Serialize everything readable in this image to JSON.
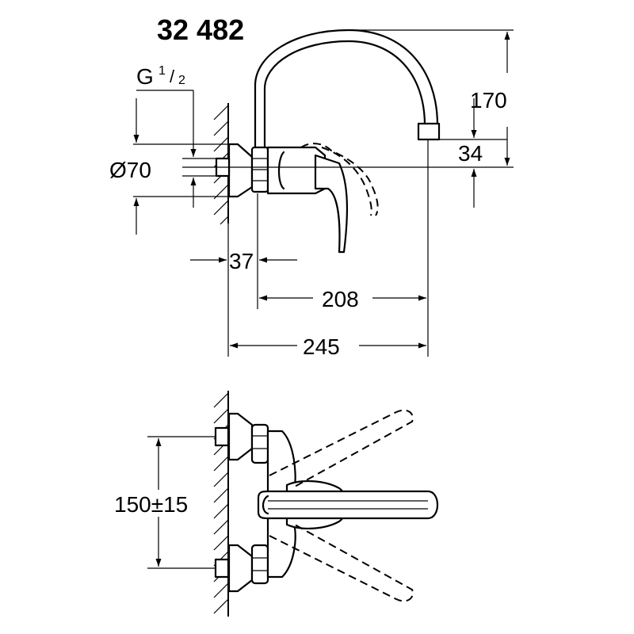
{
  "drawing": {
    "product_number": "32 482",
    "thread": {
      "base": "G",
      "num": "1",
      "den": "2"
    },
    "diameter": "Ø70",
    "dim_height_total": "170",
    "dim_height_outlet": "34",
    "dim_wall_37": "37",
    "dim_reach_208": "208",
    "dim_reach_245": "245",
    "dim_centers": "150±15"
  }
}
